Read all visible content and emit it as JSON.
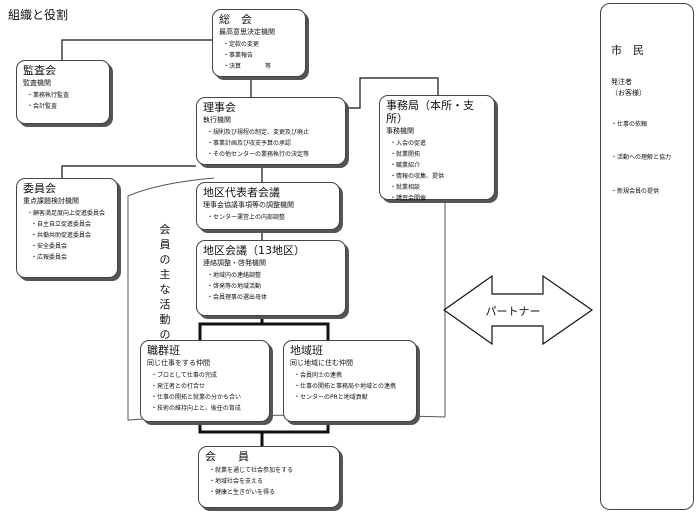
{
  "title": "組織と役割",
  "general_assembly": {
    "title": "総　会",
    "subtitle": "最高意思決定機関",
    "items": [
      "定款の変更",
      "事業報告",
      "決算　　　　等"
    ]
  },
  "audit": {
    "title": "監査会",
    "subtitle": "監査機関",
    "items": [
      "業務執行監査",
      "会計監査"
    ]
  },
  "board": {
    "title": "理事会",
    "subtitle": "執行機関",
    "items": [
      "規則及び規程の制定、変更及び廃止",
      "事業計画及び収支予算の承認",
      "その他センターの業務執行の決定等"
    ]
  },
  "secretariat": {
    "title": "事務局（本所・支所）",
    "subtitle": "事務機関",
    "items": [
      "入会の促進",
      "就業開拓",
      "職業紹介",
      "情報の収集、提供",
      "就業相談",
      "講習会開催"
    ]
  },
  "committee": {
    "title": "委員会",
    "subtitle": "重点課題検討機関",
    "items": [
      "顧客満足度向上促進委員会",
      "自主自立促進委員会",
      "共働共助促進委員会",
      "安全委員会",
      "広報委員会"
    ]
  },
  "district_rep": {
    "title": "地区代表者会議",
    "subtitle": "理事会協議事項等の調整機関",
    "items": [
      "センター運営上の内部調整"
    ]
  },
  "district_meeting": {
    "title": "地区会議（13地区）",
    "subtitle": "連絡調整・啓発機関",
    "items": [
      "地域内の連絡調整",
      "啓発等の地域活動",
      "会員理事の選出母体"
    ]
  },
  "occupation_group": {
    "title": "職群班",
    "subtitle": "同じ仕事をする仲間",
    "items": [
      "プロとして仕事の完成",
      "発注者との打合せ",
      "仕事の開拓と就業の分かち合い",
      "技術の維持向上と、後任の育成"
    ]
  },
  "regional_group": {
    "title": "地域班",
    "subtitle": "同じ地域に住む仲間",
    "items": [
      "会員同士の連携",
      "仕事の開拓と事務局や地域との連携",
      "センターのPRと地域貢献"
    ]
  },
  "members": {
    "title": "会　　員",
    "items": [
      "就業を通じて社会参加をする",
      "地域社会を支える",
      "健康と生きがいを得る"
    ]
  },
  "activity_label": "会員の主な活動の場",
  "partner_label": "パートナー",
  "citizens": {
    "title": "市　民",
    "subtitle_1": "発注者",
    "subtitle_2": "（お客様）",
    "items": [
      "仕事の依頼",
      "活動への理解と協力",
      "新規会員の提供"
    ]
  }
}
